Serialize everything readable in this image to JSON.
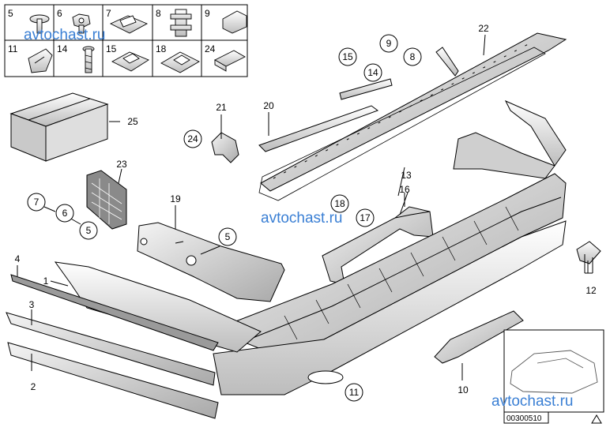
{
  "diagram": {
    "watermark": "avtochast.ru",
    "diagram_code": "00300510",
    "grid_labels": [
      "5",
      "6",
      "7",
      "8",
      "9",
      "11",
      "14",
      "15",
      "18",
      "24"
    ],
    "labels": {
      "l1": "1",
      "l2": "2",
      "l3": "3",
      "l4": "4",
      "l5a": "5",
      "l5b": "5",
      "l6": "6",
      "l7": "7",
      "l8": "8",
      "l9": "9",
      "l10": "10",
      "l11": "11",
      "l12": "12",
      "l13": "13",
      "l14": "14",
      "l15": "15",
      "l16": "16",
      "l17": "17",
      "l18": "18",
      "l19": "19",
      "l20": "20",
      "l21": "21",
      "l22": "22",
      "l23": "23",
      "l24": "24",
      "l25": "25"
    },
    "colors": {
      "watermark": "#3a7fd4",
      "line": "#000000"
    }
  }
}
